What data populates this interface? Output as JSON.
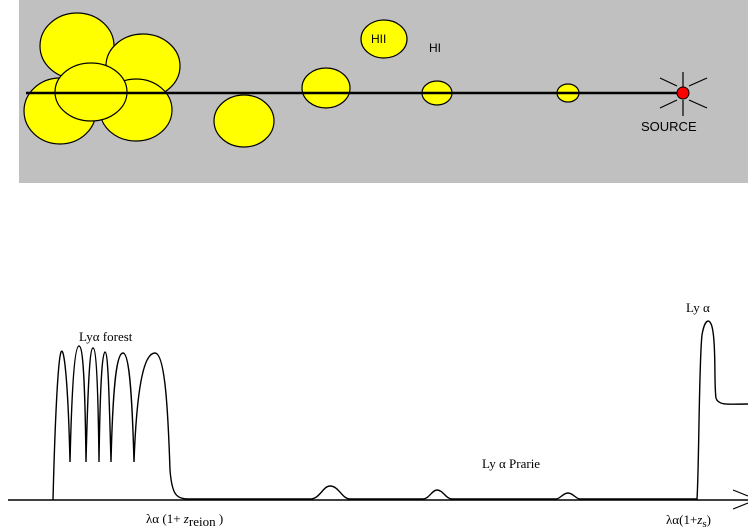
{
  "colors": {
    "panel_background": "#c0c0c0",
    "hii_region_fill": "#ffff00",
    "hii_region_fill_small": "#ffff44",
    "outline": "#000000",
    "source_fill": "#ff0000",
    "spectrum_line": "#000000"
  },
  "labels": {
    "hii": "HII",
    "hi": "HI",
    "source": "SOURCE",
    "lya_forest": "Lyα  forest",
    "lya_prarie": "Ly α  Prarie",
    "lya_peak": "Ly α",
    "lambda_reion": {
      "lambda": "λα",
      "paren_open": " (1+ ",
      "z": "z",
      "sub": "reion",
      "paren_close": "  )"
    },
    "lambda_source": {
      "lambda": "λα",
      "paren_open": "(1+",
      "z": "z",
      "sub": "s",
      "paren_close": ")"
    }
  }
}
